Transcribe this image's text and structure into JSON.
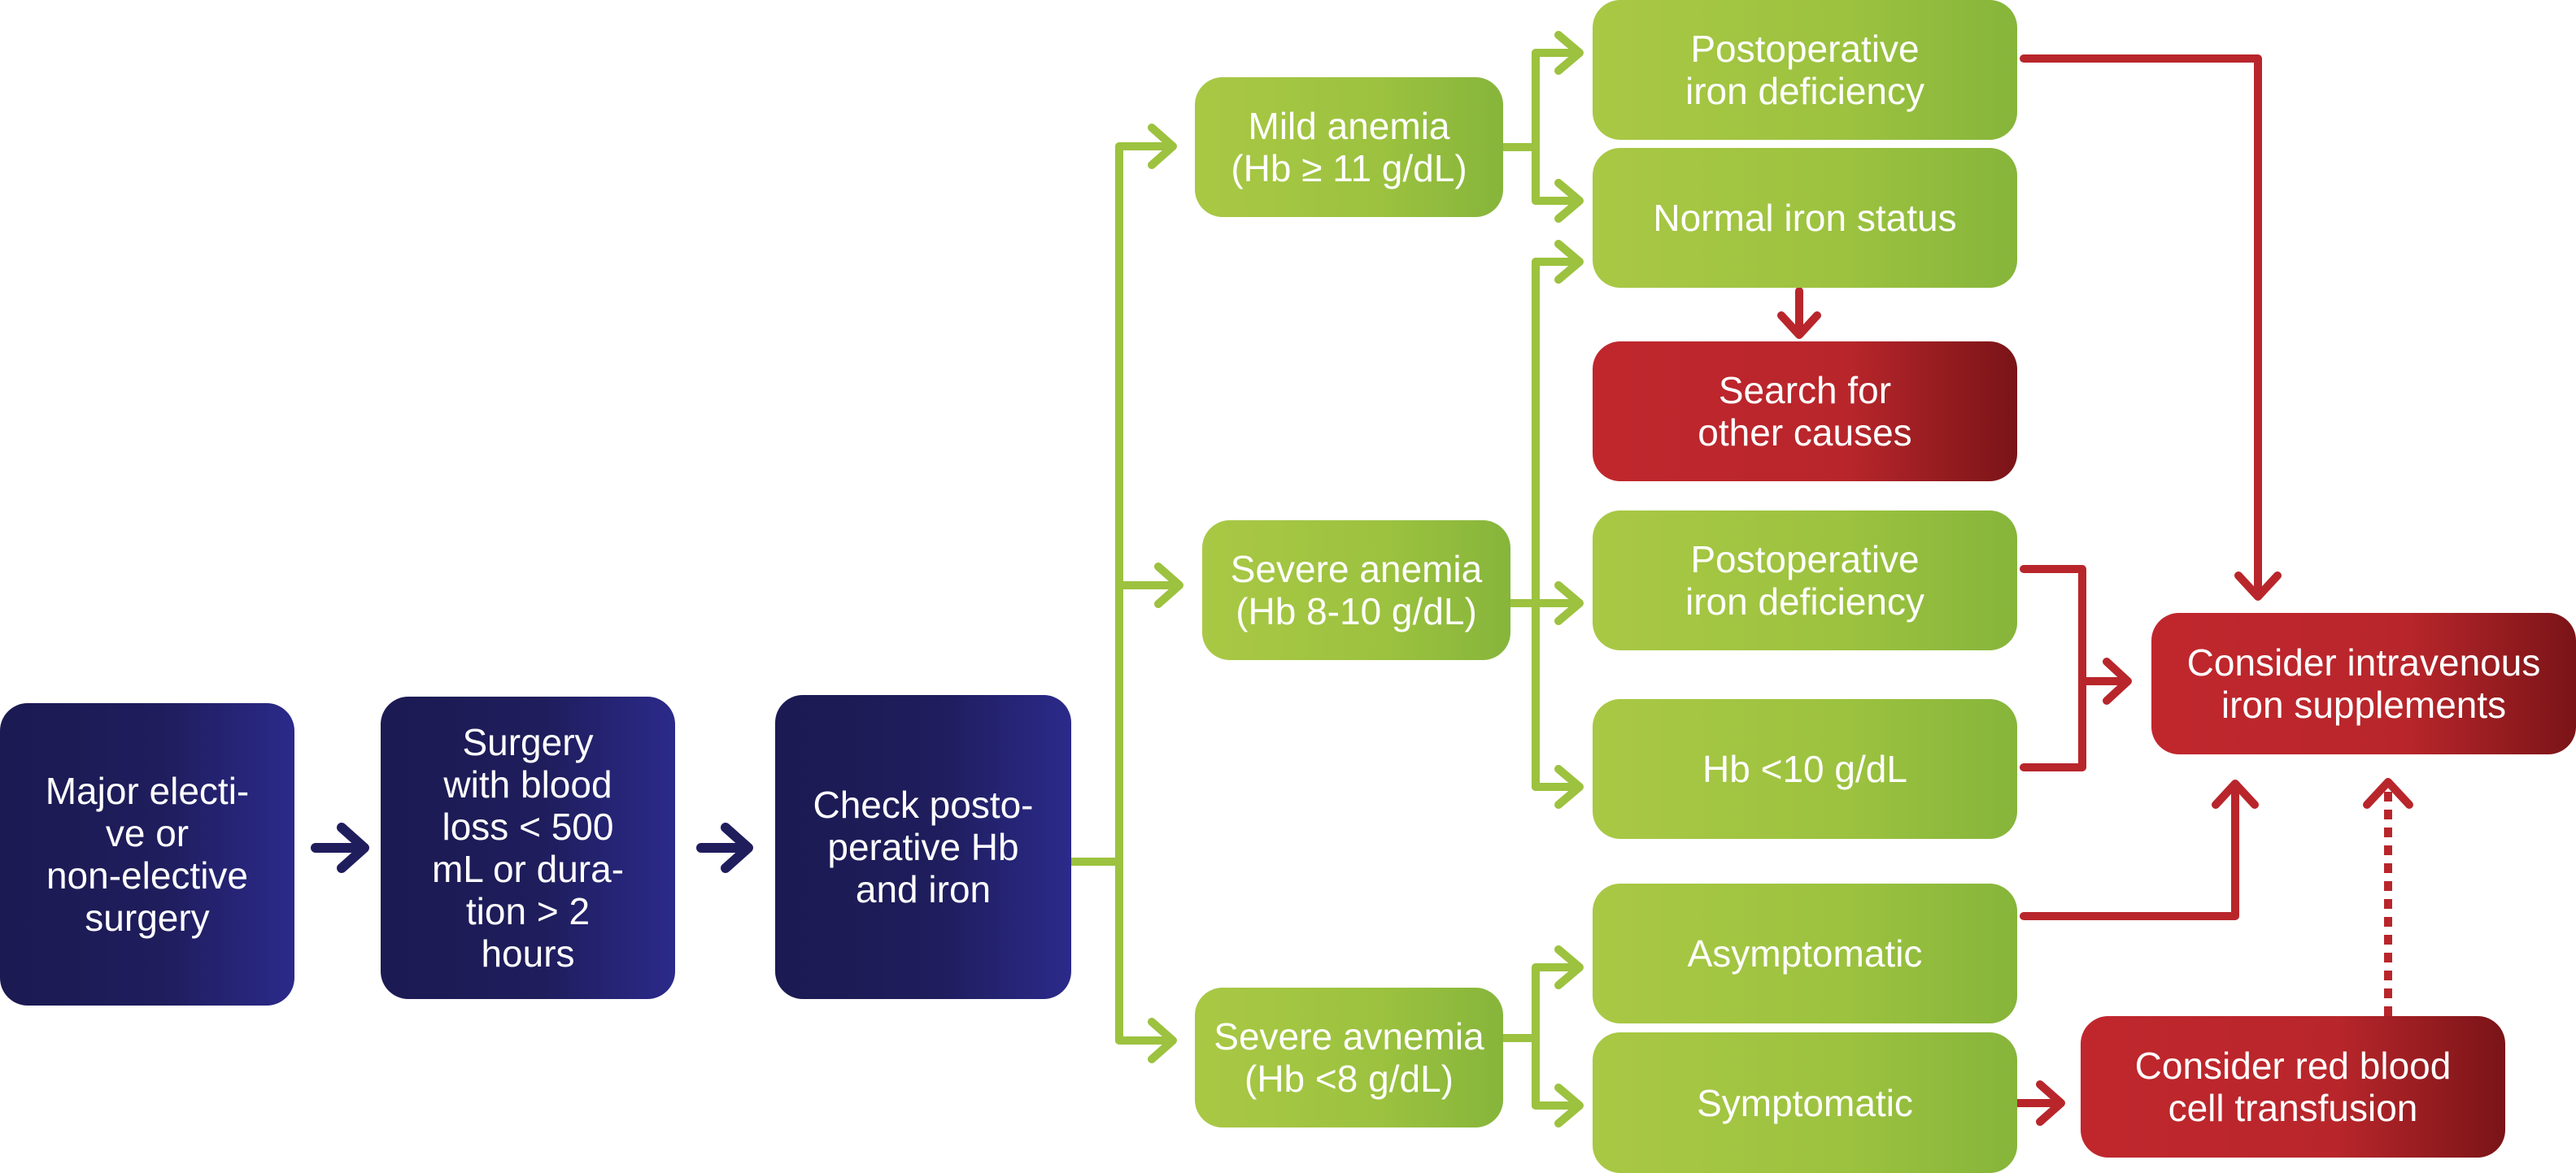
{
  "colors": {
    "navy": "#1f1d5c",
    "green": "#9cc23f",
    "red": "#b8262b"
  },
  "nodes": {
    "major_surgery": "Major electi-\nve or\nnon-elective\nsurgery",
    "surgery_blood_loss": "Surgery\nwith blood\nloss < 500\nmL or dura-\ntion > 2\nhours",
    "check_hb": "Check posto-\nperative Hb\nand iron",
    "mild_anemia": "Mild anemia\n(Hb ≥ 11 g/dL)",
    "severe_anemia": "Severe anemia\n(Hb 8-10 g/dL)",
    "severe_avnemia": "Severe avnemia\n(Hb <8 g/dL)",
    "postop_iron_deficiency_1": "Postoperative\niron deficiency",
    "normal_iron_status": "Normal iron status",
    "search_other_causes": "Search for\nother causes",
    "postop_iron_deficiency_2": "Postoperative\niron deficiency",
    "hb_below_10": "Hb <10 g/dL",
    "asymptomatic": "Asymptomatic",
    "symptomatic": "Symptomatic",
    "consider_iv_iron": "Consider intravenous\niron supplements",
    "consider_rbc_transfusion": "Consider red blood\ncell transfusion"
  }
}
